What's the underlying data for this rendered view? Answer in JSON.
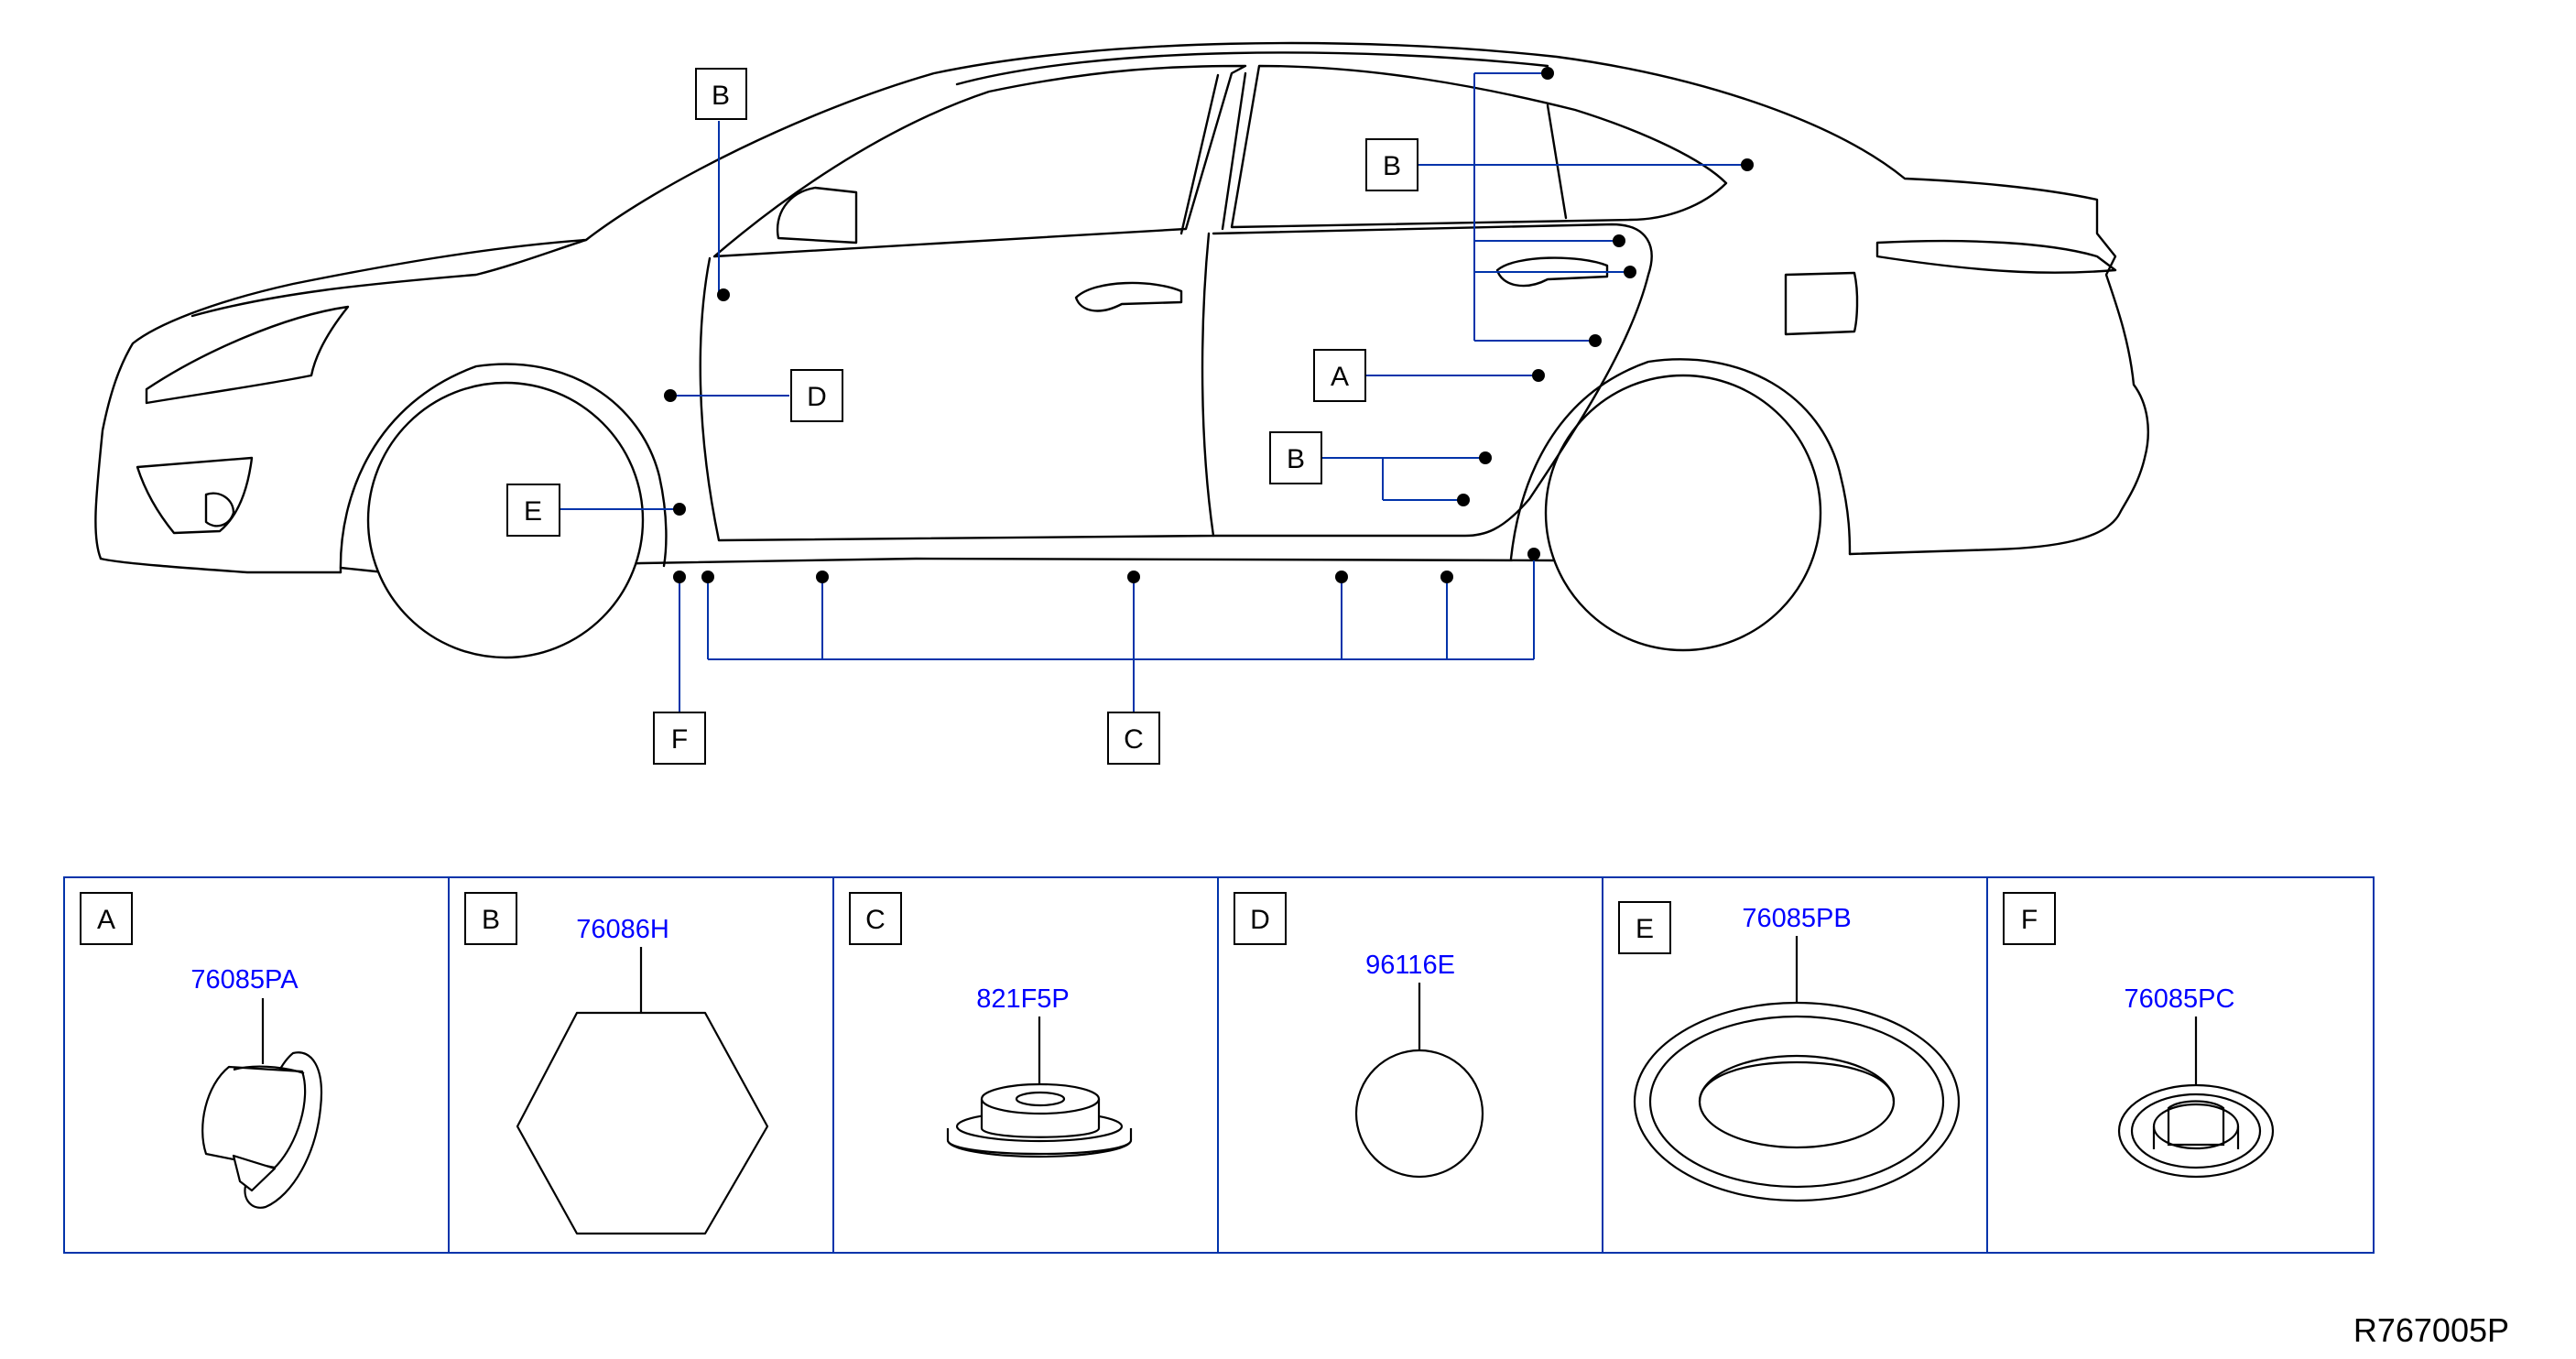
{
  "callouts": {
    "b_top": "B",
    "b_right": "B",
    "d": "D",
    "e": "E",
    "a": "A",
    "b_lower": "B",
    "f": "F",
    "c": "C"
  },
  "parts": [
    {
      "letter": "A",
      "number": "76085PA"
    },
    {
      "letter": "B",
      "number": "76086H"
    },
    {
      "letter": "C",
      "number": "821F5P"
    },
    {
      "letter": "D",
      "number": "96116E"
    },
    {
      "letter": "E",
      "number": "76085PB"
    },
    {
      "letter": "F",
      "number": "76085PC"
    }
  ],
  "reference": "R767005P",
  "colors": {
    "leader": "#0033aa",
    "part_number": "#0000ff"
  }
}
